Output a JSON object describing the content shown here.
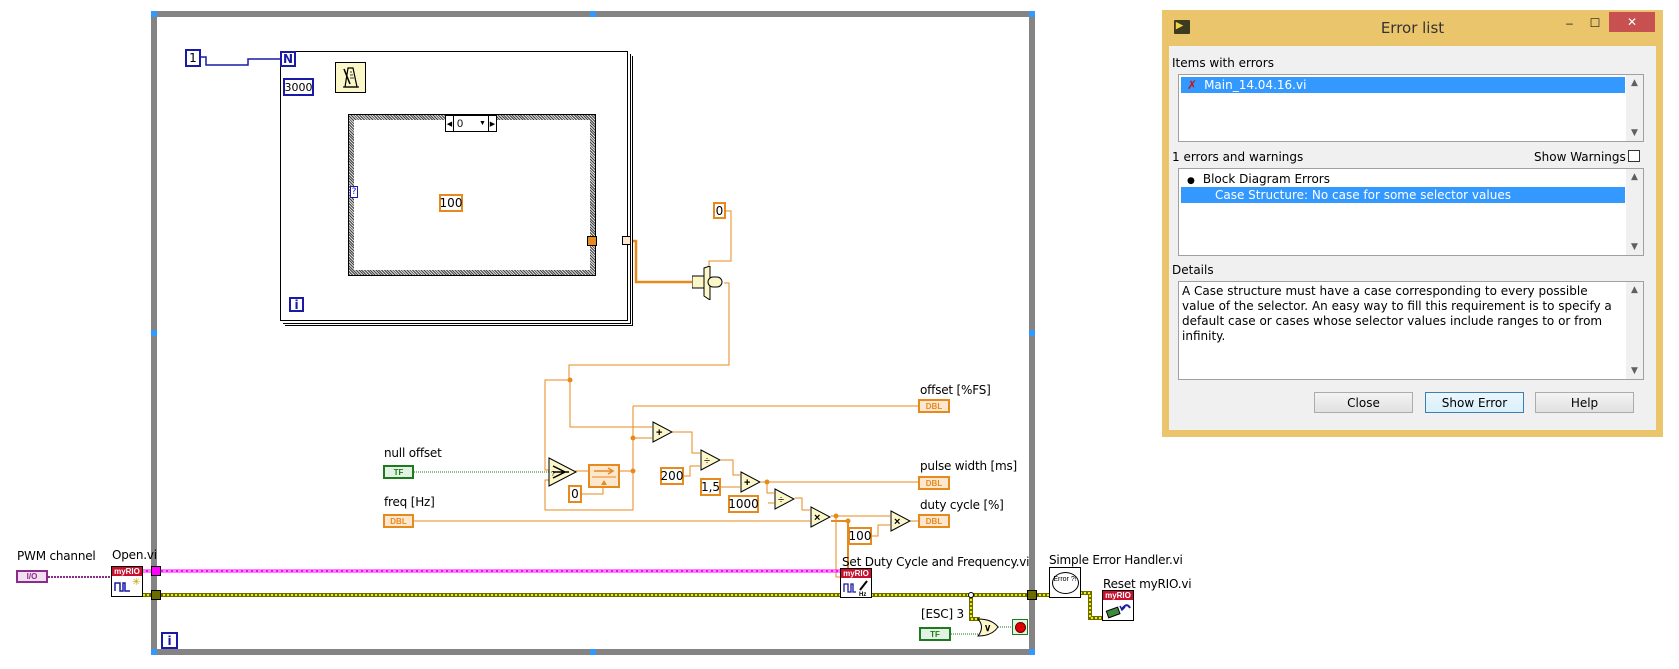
{
  "block_diagram": {
    "for_loop": {
      "count_constant": "1",
      "count_terminal": "N",
      "iteration_terminal": "i",
      "wait_ms_constant": "3000",
      "wait_icon": "metronome-icon"
    },
    "case_structure": {
      "selector_value": "0",
      "selector_terminal": "?",
      "inner_constant": "100"
    },
    "index_constant": "0",
    "controls": [
      {
        "label": "null offset",
        "type": "TF"
      },
      {
        "label": "freq [Hz]",
        "type": "DBL"
      },
      {
        "label": "PWM channel",
        "type": "I/O"
      },
      {
        "label": "[ESC] 3",
        "type": "TF"
      }
    ],
    "indicators": [
      {
        "label": "offset [%FS]",
        "type": "DBL"
      },
      {
        "label": "pulse width [ms]",
        "type": "DBL"
      },
      {
        "label": "duty cycle [%]",
        "type": "DBL"
      }
    ],
    "constants": {
      "feedback_init": "0",
      "c200": "200",
      "c15": "1,5",
      "c1000": "1000",
      "c100": "100"
    },
    "operators": {
      "add": "+",
      "divide": "÷",
      "multiply": "×",
      "or": "∨"
    },
    "subvis": {
      "open": {
        "label": "Open.vi",
        "banner": "myRIO"
      },
      "set_duty": {
        "label": "Set Duty Cycle and Frequency.vi",
        "banner": "myRIO"
      },
      "error_handler": {
        "label": "Simple Error Handler.vi",
        "glyph": "Error ?!"
      },
      "reset": {
        "label": "Reset myRIO.vi",
        "banner": "myRIO"
      }
    },
    "while_loop": {
      "iteration_terminal": "i"
    },
    "colors": {
      "i32_wire": "#1a1aa6",
      "dbl_wire": "#e78a1e",
      "bool_wire": "#1f7a1f",
      "resource_wire": "#ff00ff",
      "error_wire": "#a0a000",
      "loop_border": "#848484",
      "selection_handle": "#3399ff"
    }
  },
  "error_dialog": {
    "title": "Error list",
    "window_buttons": {
      "minimize": "–",
      "maximize": "☐",
      "close": "✕"
    },
    "items_label": "Items with errors",
    "items": [
      {
        "icon": "error-x-icon",
        "text": "Main_14.04.16.vi",
        "selected": true
      }
    ],
    "count_label": "1 errors and warnings",
    "show_warnings_label": "Show Warnings",
    "show_warnings_checked": false,
    "errors": [
      {
        "text": "Block Diagram Errors",
        "bullet": "●",
        "selected": false
      },
      {
        "text": "Case Structure: No case for some selector values",
        "selected": true
      }
    ],
    "details_label": "Details",
    "details_text": "A Case structure must have a case corresponding to every possible value of the selector.  An easy way to fill this requirement is to specify a default case or cases whose selector values include ranges to or from infinity.",
    "buttons": {
      "close": "Close",
      "show_error": "Show Error",
      "help": "Help"
    },
    "colors": {
      "frame": "#ebc56b",
      "selection": "#3399ff",
      "close_button": "#c75050"
    }
  }
}
